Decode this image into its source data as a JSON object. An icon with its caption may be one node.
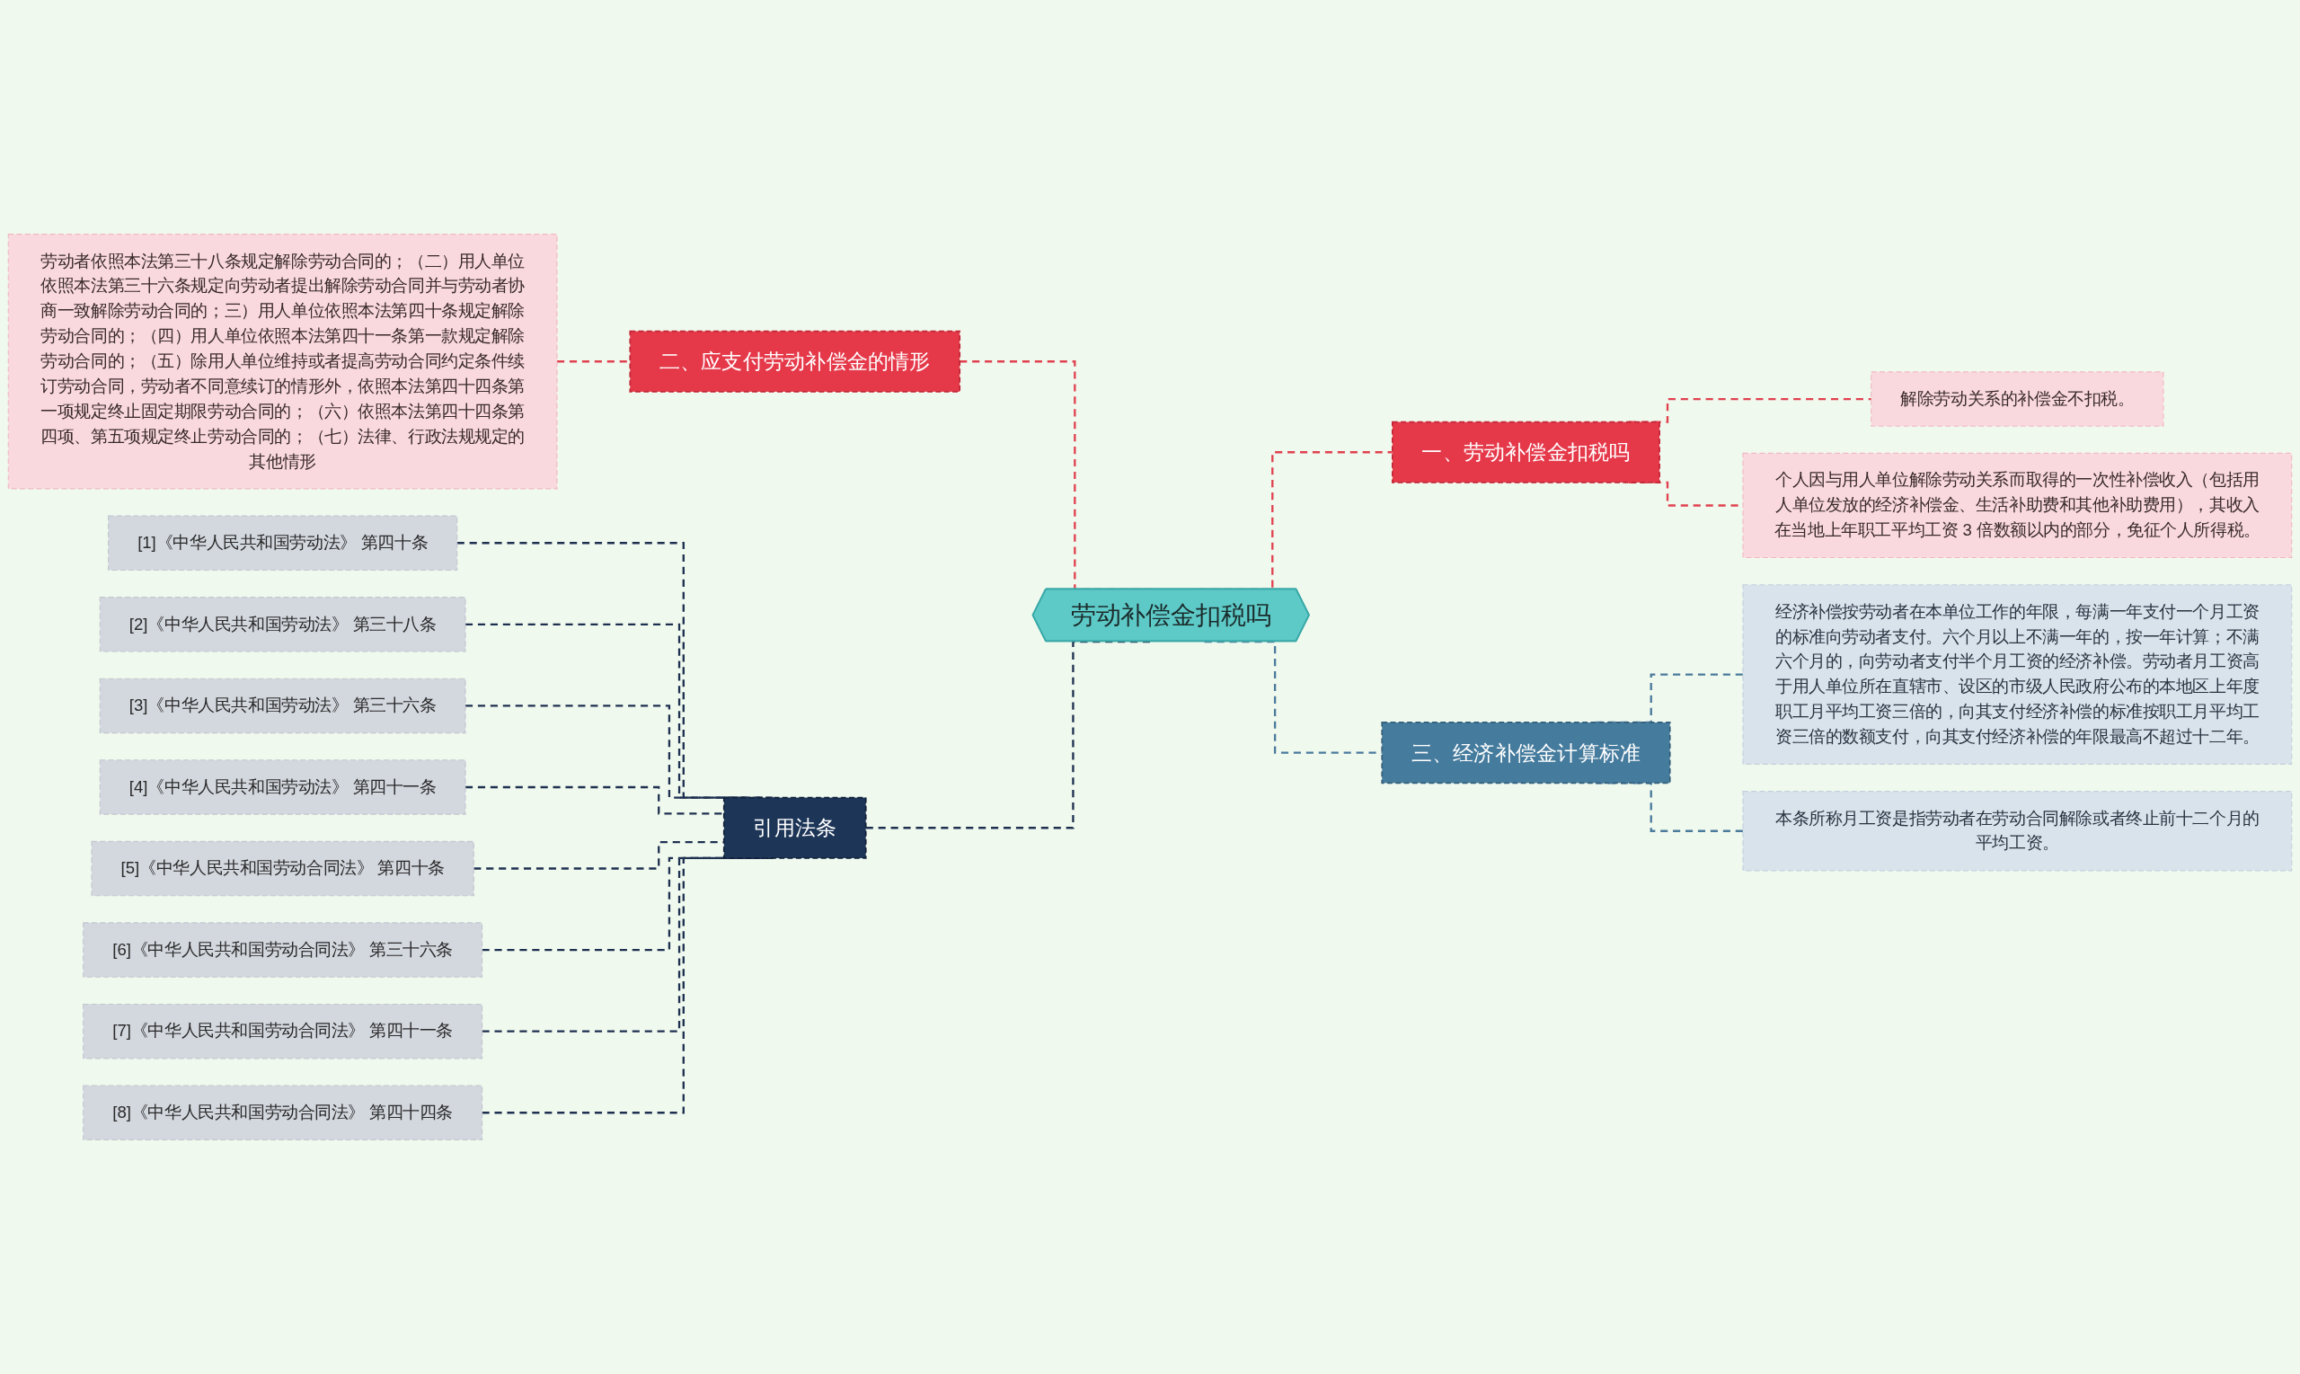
{
  "diagram": {
    "nodes": [
      {
        "text": [
          "劳动补偿金扣税吗"
        ]
      },
      {
        "text": [
          "一、劳动补偿金扣税吗"
        ]
      },
      {
        "text": [
          "解除劳动关系的补偿金不扣税。"
        ]
      },
      {
        "text": [
          "个人因与用人单位解除劳动关系而取得的一次性补偿收入（包括用人单位发放的经济补偿金、生活补助费和其他补助费用），其收入在当地上年职工平均工资 3 倍数额以内的部分，免征个人所得税。"
        ]
      },
      {
        "text": [
          "二、应支付劳动补偿金的情形"
        ]
      },
      {
        "text": [
          "劳动者依照本法第三十八条规定解除劳动合同的；（二）用人单位依照本法第三十六条规定向劳动者提出解除劳动合同并与劳动者协商一致解除劳动合同的；三）用人单位依照本法第四十条规定解除劳动合同的；（四）用人单位依照本法第四十一条第一款规定解除劳动合同的；（五）除用人单位维持或者提高劳动合同约定条件续订劳动合同，劳动者不同意续订的情形外，依照本法第四十四条第一项规定终止固定期限劳动合同的；（六）依照本法第四十四条第四项、第五项规定终止劳动合同的；（七）法律、行政法规规定的其他情形"
        ]
      },
      {
        "text": [
          "三、经济补偿金计算标准"
        ]
      },
      {
        "text": [
          "经济补偿按劳动者在本单位工作的年限，每满一年支付一个月工资的标准向劳动者支付。六个月以上不满一年的，按一年计算；不满六个月的，向劳动者支付半个月工资的经济补偿。劳动者月工资高于用人单位所在直辖市、设区的市级人民政府公布的本地区上年度职工月平均工资三倍的，向其支付经济补偿的标准按职工月平均工资三倍的数额支付，向其支付经济补偿的年限最高不超过十二年。"
        ]
      },
      {
        "text": [
          "本条所称月工资是指劳动者在劳动合同解除或者终止前十二个月的平均工资。"
        ]
      },
      {
        "text": [
          "引用法条"
        ]
      },
      {
        "text": [
          "[1]《中华人民共和国劳动法》 第四十条"
        ]
      },
      {
        "text": [
          "[2]《中华人民共和国劳动法》 第三十八条"
        ]
      },
      {
        "text": [
          "[3]《中华人民共和国劳动法》 第三十六条"
        ]
      },
      {
        "text": [
          "[4]《中华人民共和国劳动法》 第四十一条"
        ]
      },
      {
        "text": [
          "[5]《中华人民共和国劳动合同法》 第四十条"
        ]
      },
      {
        "text": [
          "[6]《中华人民共和国劳动合同法》 第三十六条"
        ]
      },
      {
        "text": [
          "[7]《中华人民共和国劳动合同法》 第四十一条"
        ]
      },
      {
        "text": [
          "[8]《中华人民共和国劳动合同法》 第四十四条"
        ]
      }
    ],
    "edges": [
      {
        "from": 0,
        "to": 1,
        "arrow": "none",
        "style": "dashed",
        "color": "#e0414f"
      },
      {
        "from": 1,
        "to": 2,
        "arrow": "none",
        "style": "dashed",
        "color": "#e0414f"
      },
      {
        "from": 1,
        "to": 3,
        "arrow": "none",
        "style": "dashed",
        "color": "#e0414f"
      },
      {
        "from": 4,
        "to": 0,
        "arrow": "none",
        "style": "dashed",
        "color": "#e0414f"
      },
      {
        "from": 5,
        "to": 4,
        "arrow": "none",
        "style": "dashed",
        "color": "#e0414f"
      },
      {
        "from": 0,
        "to": 6,
        "arrow": "none",
        "style": "dashed",
        "color": "#4a7a9c"
      },
      {
        "from": 6,
        "to": 7,
        "arrow": "none",
        "style": "dashed",
        "color": "#4a7a9c"
      },
      {
        "from": 6,
        "to": 8,
        "arrow": "none",
        "style": "dashed",
        "color": "#4a7a9c"
      },
      {
        "from": 9,
        "to": 0,
        "arrow": "none",
        "style": "dashed"
      },
      {
        "from": 10,
        "to": 9,
        "arrow": "none",
        "style": "dashed"
      },
      {
        "from": 11,
        "to": 9,
        "arrow": "none",
        "style": "dashed"
      },
      {
        "from": 12,
        "to": 9,
        "arrow": "none",
        "style": "dashed"
      },
      {
        "from": 13,
        "to": 9,
        "arrow": "none",
        "style": "dashed"
      },
      {
        "from": 14,
        "to": 9,
        "arrow": "none",
        "style": "dashed"
      },
      {
        "from": 15,
        "to": 9,
        "arrow": "none",
        "style": "dashed"
      },
      {
        "from": 16,
        "to": 9,
        "arrow": "none",
        "style": "dashed"
      },
      {
        "from": 17,
        "to": 9,
        "arrow": "none",
        "style": "dashed"
      }
    ]
  }
}
